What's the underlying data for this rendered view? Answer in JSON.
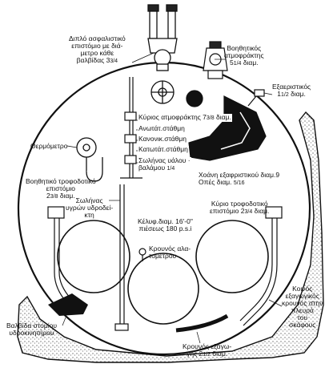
{
  "labels": {
    "double_gauge_cock_1": "Διπλό ασφαλιστικό",
    "double_gauge_cock_2": "επιστόμιο με διά-",
    "double_gauge_cock_3": "μετρο κάθε",
    "double_gauge_cock_4": "βαλβίδας 3",
    "double_gauge_cock_frac": "3/4",
    "aux_steam_valve_1": "Βοηθητικός",
    "aux_steam_valve_2": "ατμοφράκτης",
    "aux_steam_valve_3": "5",
    "aux_steam_valve_frac": "1/4",
    "aux_steam_valve_4": "διαμ.",
    "vent_1": "Εξαεριστικός",
    "vent_2": "1",
    "vent_frac": "1/2",
    "vent_3": "διαμ.",
    "main_steam_valve": "Κύριος ατμοφράκτης 7",
    "main_steam_frac": "3/8",
    "main_steam_unit": "διαμ.",
    "upper_level": "Ανωτάτ.στάθμη",
    "normal_level": "Κανονικ.στάθμη",
    "lower_level": "Κατωτάτ.στάθμη",
    "tube_glass_1": "Σωλήνας υάλου ·",
    "tube_glass_2": "βαλάμου",
    "tube_glass_frac": "1/4",
    "thermometer": "Θερμόμετρο",
    "blowoff_funnel_1": "Χοάνη εξαφριστικού διαμ.9",
    "blowoff_funnel_2": "Οπές διαμ.",
    "blowoff_funnel_frac": "5/16",
    "aux_feed_1": "Βοηθητικό τροφοδοτικό",
    "aux_feed_2": "επιστόμιο",
    "aux_feed_3": "2",
    "aux_feed_frac": "3/8",
    "aux_feed_4": "διαμ.",
    "main_feed_1": "Κύριο τροφοδοτικό",
    "main_feed_2": "επιστόμιο",
    "main_feed_3": "2",
    "main_feed_frac": "3/4",
    "main_feed_4": "διαμ.",
    "wet_pipe_1": "Σωλήνας",
    "wet_pipe_2": "υγρών υδροδεί-",
    "wet_pipe_3": "κτη",
    "shell_1": "Κέλυφ.διαμ. 16'-0\"",
    "shell_2": "πιέσεως 180 p.s.i",
    "salinometer_1": "Κρουνός αλα-",
    "salinometer_2": "τομέτρου",
    "surface_blow_1": "Κοινός",
    "surface_blow_2": "εξαγωγικός",
    "surface_blow_3": "κρουνός στην",
    "surface_blow_4": "πλευρά",
    "surface_blow_5": "του",
    "surface_blow_6": "σκάφους",
    "gauge_valve_1": "Βαλβίδα στομίου",
    "gauge_valve_2": "υδροκινητήρου",
    "bottom_blow_1": "Κρουνός εξαγω-",
    "bottom_blow_2": "γής 2",
    "bottom_blow_frac": "1/2",
    "bottom_blow_3": "διαμ."
  },
  "colors": {
    "ink": "#111111",
    "paper": "#ffffff"
  }
}
